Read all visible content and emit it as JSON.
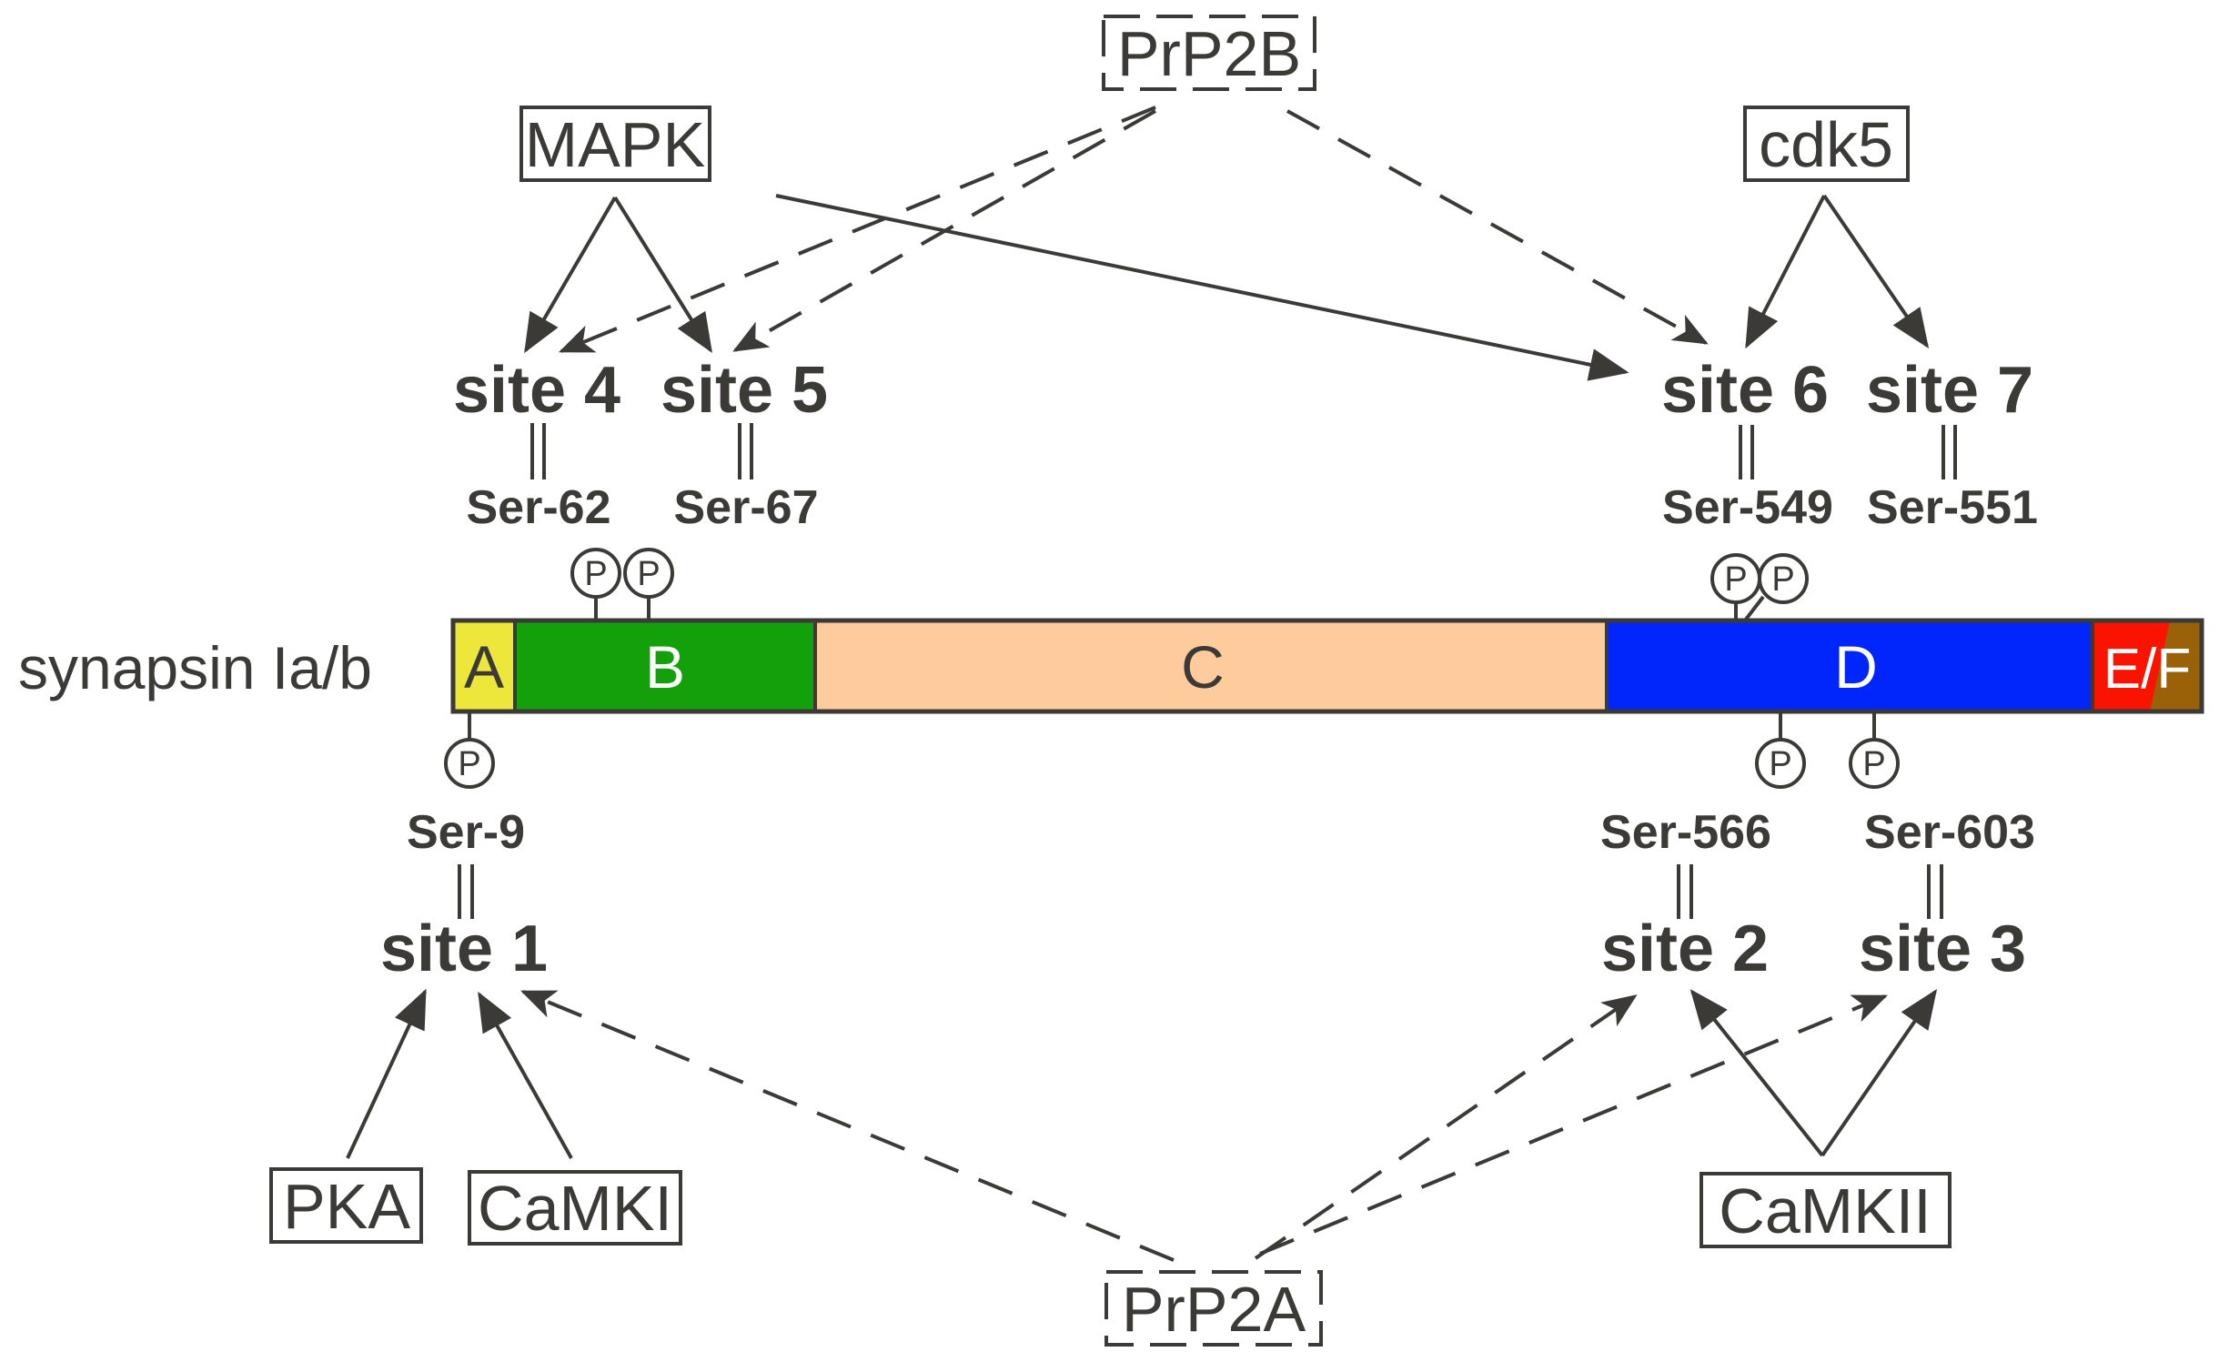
{
  "protein": {
    "name": "synapsin Ia/b",
    "domains": [
      {
        "label": "A",
        "color": "#ede63b",
        "text_color": "#3b3a36"
      },
      {
        "label": "B",
        "color": "#14a00a",
        "text_color": "#ffffff"
      },
      {
        "label": "C",
        "color": "#fecb9c",
        "text_color": "#3b3a36"
      },
      {
        "label": "D",
        "color": "#0026fb",
        "text_color": "#ffffff"
      },
      {
        "label": "E/F",
        "color": "#fa1400",
        "color2": "#9a6108",
        "text_color": "#ffffff"
      }
    ],
    "outline_color": "#3b3a36"
  },
  "phospho_symbol": "P",
  "sites": [
    {
      "id": "site1",
      "site": "site 1",
      "residue": "Ser-9",
      "side": "bottom"
    },
    {
      "id": "site2",
      "site": "site 2",
      "residue": "Ser-566",
      "side": "bottom"
    },
    {
      "id": "site3",
      "site": "site 3",
      "residue": "Ser-603",
      "side": "bottom"
    },
    {
      "id": "site4",
      "site": "site 4",
      "residue": "Ser-62",
      "side": "top"
    },
    {
      "id": "site5",
      "site": "site 5",
      "residue": "Ser-67",
      "side": "top"
    },
    {
      "id": "site6",
      "site": "site 6",
      "residue": "Ser-549",
      "side": "top"
    },
    {
      "id": "site7",
      "site": "site 7",
      "residue": "Ser-551",
      "side": "top"
    }
  ],
  "enzymes": [
    {
      "id": "mapk",
      "label": "MAPK",
      "type": "kinase"
    },
    {
      "id": "cdk5",
      "label": "cdk5",
      "type": "kinase"
    },
    {
      "id": "prp2b",
      "label": "PrP2B",
      "type": "phosphatase"
    },
    {
      "id": "pka",
      "label": "PKA",
      "type": "kinase"
    },
    {
      "id": "camki",
      "label": "CaMKI",
      "type": "kinase"
    },
    {
      "id": "camkii",
      "label": "CaMKII",
      "type": "kinase"
    },
    {
      "id": "prp2a",
      "label": "PrP2A",
      "type": "phosphatase"
    }
  ],
  "edges": [
    {
      "from": "MAPK",
      "to": "site 4",
      "style": "solid"
    },
    {
      "from": "MAPK",
      "to": "site 5",
      "style": "solid"
    },
    {
      "from": "MAPK",
      "to": "site 6",
      "style": "solid"
    },
    {
      "from": "cdk5",
      "to": "site 6",
      "style": "solid"
    },
    {
      "from": "cdk5",
      "to": "site 7",
      "style": "solid"
    },
    {
      "from": "PrP2B",
      "to": "site 4",
      "style": "dashed"
    },
    {
      "from": "PrP2B",
      "to": "site 5",
      "style": "dashed"
    },
    {
      "from": "PrP2B",
      "to": "site 6",
      "style": "dashed"
    },
    {
      "from": "PKA",
      "to": "site 1",
      "style": "solid"
    },
    {
      "from": "CaMKI",
      "to": "site 1",
      "style": "solid"
    },
    {
      "from": "CaMKII",
      "to": "site 2",
      "style": "solid"
    },
    {
      "from": "CaMKII",
      "to": "site 3",
      "style": "solid"
    },
    {
      "from": "PrP2A",
      "to": "site 1",
      "style": "dashed"
    },
    {
      "from": "PrP2A",
      "to": "site 2",
      "style": "dashed"
    },
    {
      "from": "PrP2A",
      "to": "site 3",
      "style": "dashed"
    }
  ]
}
